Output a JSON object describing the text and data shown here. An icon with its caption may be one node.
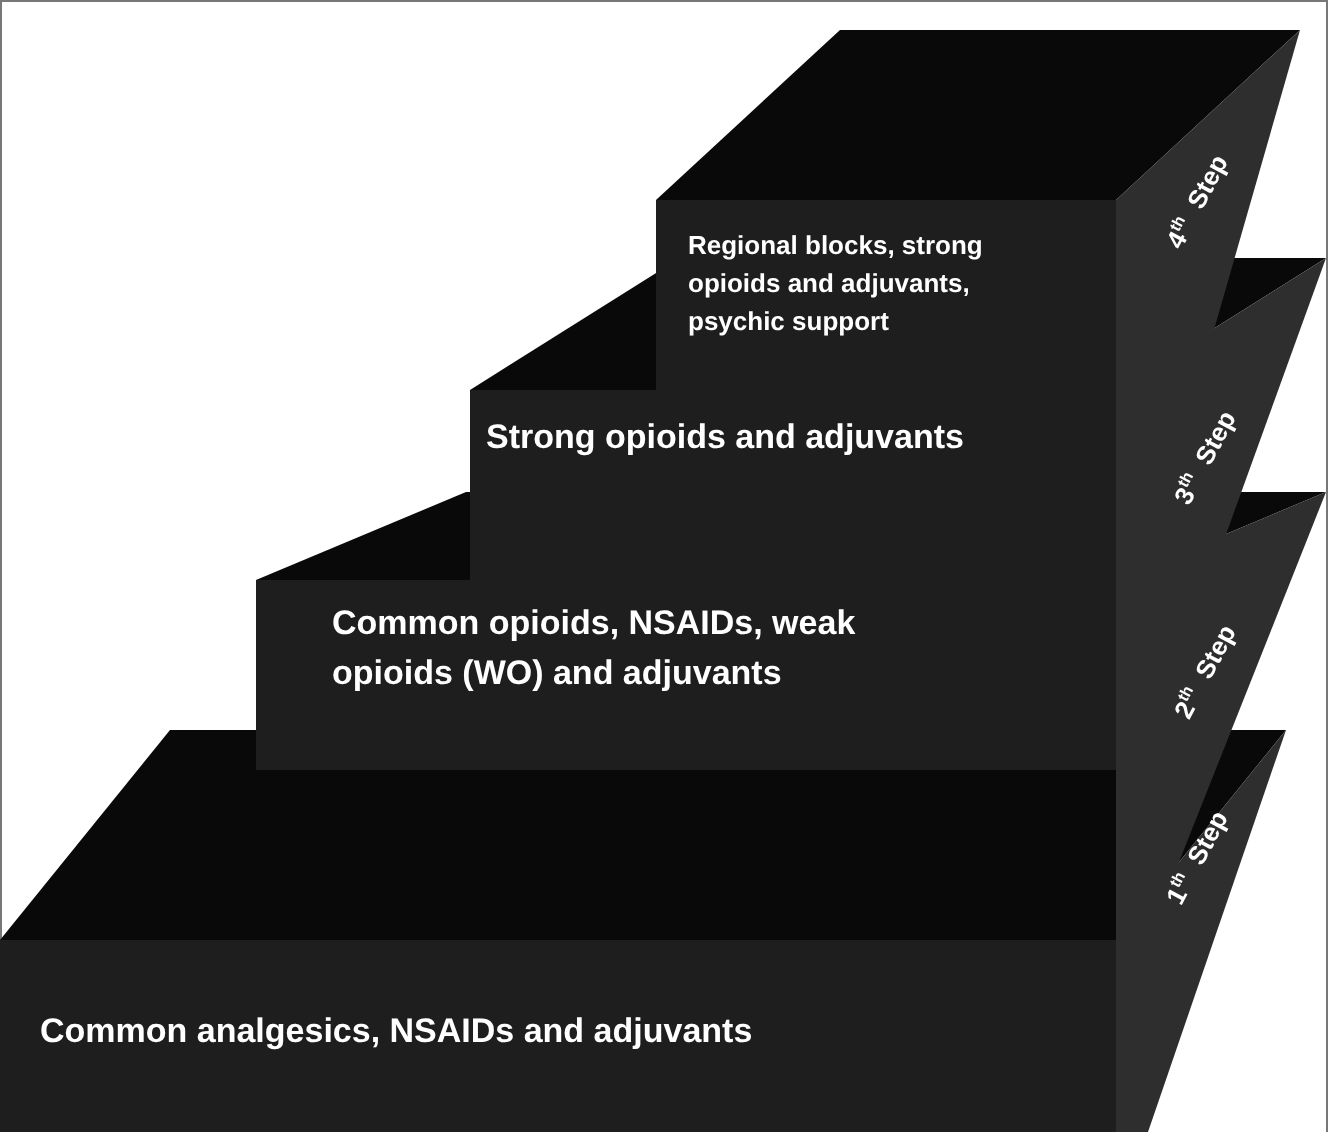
{
  "diagram": {
    "nodes": [
      {
        "text": [
          "Regional blocks, strong opioids and adjuvants, psychic support"
        ],
        "beside": [
          "4$^{th}$ Step"
        ]
      },
      {
        "text": [
          "Strong opioids and adjuvants"
        ],
        "beside": [
          "3$^{th}$ Step"
        ]
      },
      {
        "text": [
          "Common opioids, NSAIDs, weak opioids (WO) and adjuvants"
        ],
        "beside": [
          "2$^{th}$ Step"
        ]
      },
      {
        "text": [
          "Common analgesics, NSAIDs and adjuvants"
        ],
        "beside": [
          "1$^{th}$ Step"
        ]
      }
    ]
  }
}
